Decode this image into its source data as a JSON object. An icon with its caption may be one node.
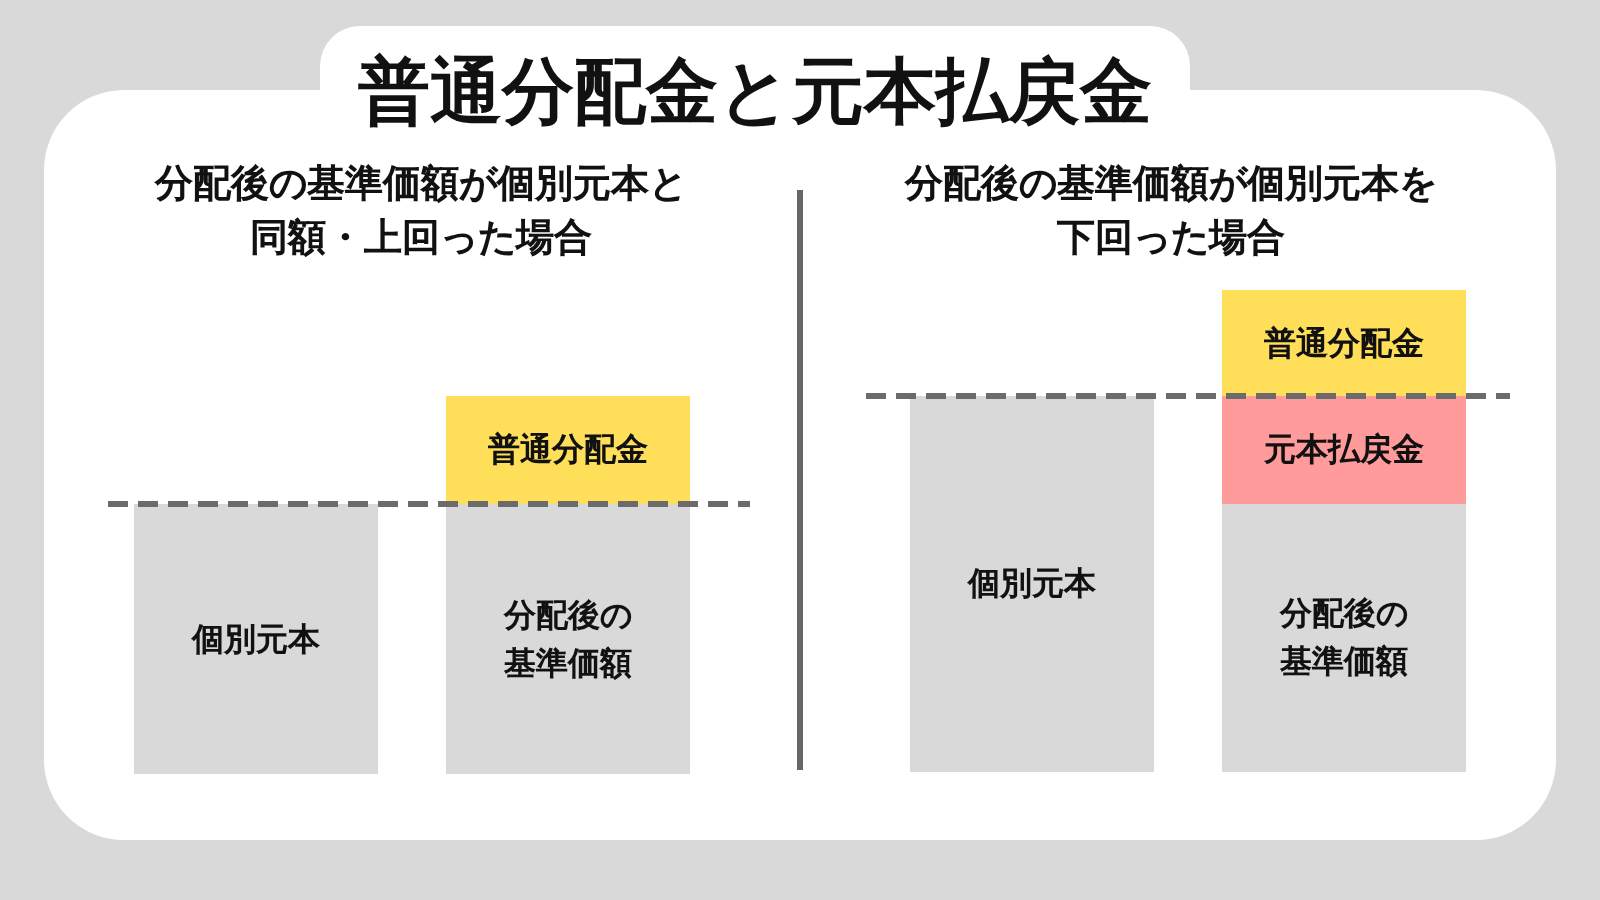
{
  "diagram": {
    "title": "普通分配金と元本払戻金",
    "nodes": [
      {
        "text": [
          "個別元本"
        ]
      },
      {
        "text": [
          "普通分配金"
        ]
      },
      {
        "text": [
          "分配後の基準価額"
        ]
      },
      {
        "text": [
          "個別元本"
        ]
      },
      {
        "text": [
          "普通分配金"
        ]
      },
      {
        "text": [
          "元本払戻金"
        ]
      },
      {
        "text": [
          "分配後の基準価額"
        ]
      }
    ],
    "labels": [
      "分配後の基準価額が個別元本と同額・上回った場合",
      "分配後の基準価額が個別元本を下回った場合"
    ]
  }
}
